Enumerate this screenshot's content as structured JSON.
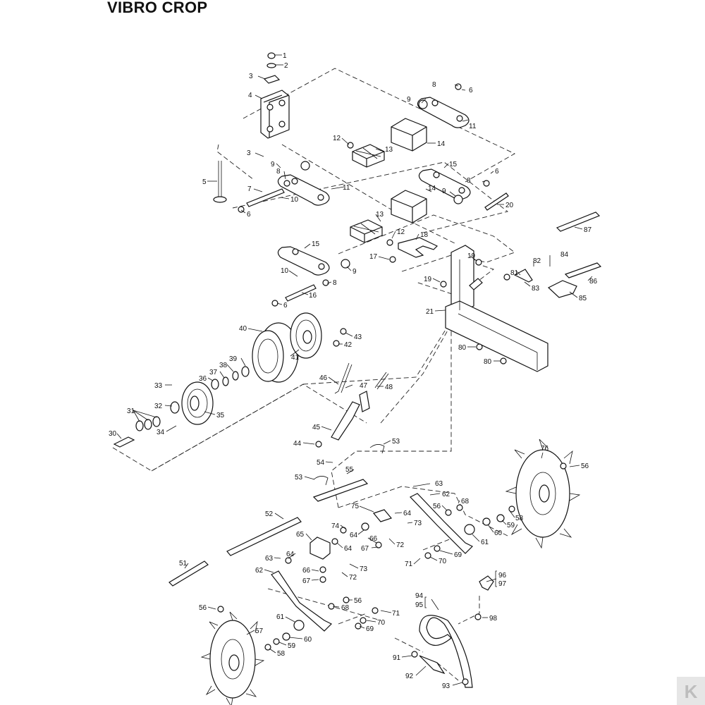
{
  "title": "VIBRO CROP",
  "brand_logo": "K",
  "parts": [
    {
      "label": "1"
    },
    {
      "label": "2"
    },
    {
      "label": "3"
    },
    {
      "label": "4"
    },
    {
      "label": "9"
    },
    {
      "label": "8"
    },
    {
      "label": "6"
    },
    {
      "label": "11"
    },
    {
      "label": "12"
    },
    {
      "label": "13"
    },
    {
      "label": "14"
    },
    {
      "label": "3"
    },
    {
      "label": "9"
    },
    {
      "label": "5"
    },
    {
      "label": "8"
    },
    {
      "label": "7"
    },
    {
      "label": "11"
    },
    {
      "label": "10"
    },
    {
      "label": "6"
    },
    {
      "label": "15"
    },
    {
      "label": "8"
    },
    {
      "label": "6"
    },
    {
      "label": "9"
    },
    {
      "label": "14"
    },
    {
      "label": "20"
    },
    {
      "label": "87"
    },
    {
      "label": "13"
    },
    {
      "label": "12"
    },
    {
      "label": "18"
    },
    {
      "label": "15"
    },
    {
      "label": "17"
    },
    {
      "label": "19"
    },
    {
      "label": "84"
    },
    {
      "label": "82"
    },
    {
      "label": "81"
    },
    {
      "label": "10"
    },
    {
      "label": "9"
    },
    {
      "label": "8"
    },
    {
      "label": "19"
    },
    {
      "label": "83"
    },
    {
      "label": "86"
    },
    {
      "label": "16"
    },
    {
      "label": "85"
    },
    {
      "label": "6"
    },
    {
      "label": "21"
    },
    {
      "label": "40"
    },
    {
      "label": "43"
    },
    {
      "label": "42"
    },
    {
      "label": "39"
    },
    {
      "label": "41"
    },
    {
      "label": "80"
    },
    {
      "label": "38"
    },
    {
      "label": "80"
    },
    {
      "label": "37"
    },
    {
      "label": "36"
    },
    {
      "label": "46"
    },
    {
      "label": "33"
    },
    {
      "label": "47"
    },
    {
      "label": "48"
    },
    {
      "label": "32"
    },
    {
      "label": "31"
    },
    {
      "label": "35"
    },
    {
      "label": "45"
    },
    {
      "label": "34"
    },
    {
      "label": "30"
    },
    {
      "label": "44"
    },
    {
      "label": "53"
    },
    {
      "label": "76"
    },
    {
      "label": "54"
    },
    {
      "label": "55"
    },
    {
      "label": "56"
    },
    {
      "label": "53"
    },
    {
      "label": "63"
    },
    {
      "label": "62"
    },
    {
      "label": "68"
    },
    {
      "label": "75"
    },
    {
      "label": "56"
    },
    {
      "label": "64"
    },
    {
      "label": "52"
    },
    {
      "label": "73"
    },
    {
      "label": "58"
    },
    {
      "label": "74"
    },
    {
      "label": "59"
    },
    {
      "label": "64"
    },
    {
      "label": "60"
    },
    {
      "label": "65"
    },
    {
      "label": "66"
    },
    {
      "label": "61"
    },
    {
      "label": "64"
    },
    {
      "label": "72"
    },
    {
      "label": "67"
    },
    {
      "label": "63"
    },
    {
      "label": "69"
    },
    {
      "label": "64"
    },
    {
      "label": "51"
    },
    {
      "label": "71"
    },
    {
      "label": "70"
    },
    {
      "label": "62"
    },
    {
      "label": "66"
    },
    {
      "label": "73"
    },
    {
      "label": "72"
    },
    {
      "label": "67"
    },
    {
      "label": "96"
    },
    {
      "label": "97"
    },
    {
      "label": "94"
    },
    {
      "label": "95"
    },
    {
      "label": "56"
    },
    {
      "label": "68"
    },
    {
      "label": "56"
    },
    {
      "label": "71"
    },
    {
      "label": "98"
    },
    {
      "label": "57"
    },
    {
      "label": "61"
    },
    {
      "label": "70"
    },
    {
      "label": "69"
    },
    {
      "label": "60"
    },
    {
      "label": "59"
    },
    {
      "label": "58"
    },
    {
      "label": "91"
    },
    {
      "label": "92"
    },
    {
      "label": "93"
    }
  ]
}
